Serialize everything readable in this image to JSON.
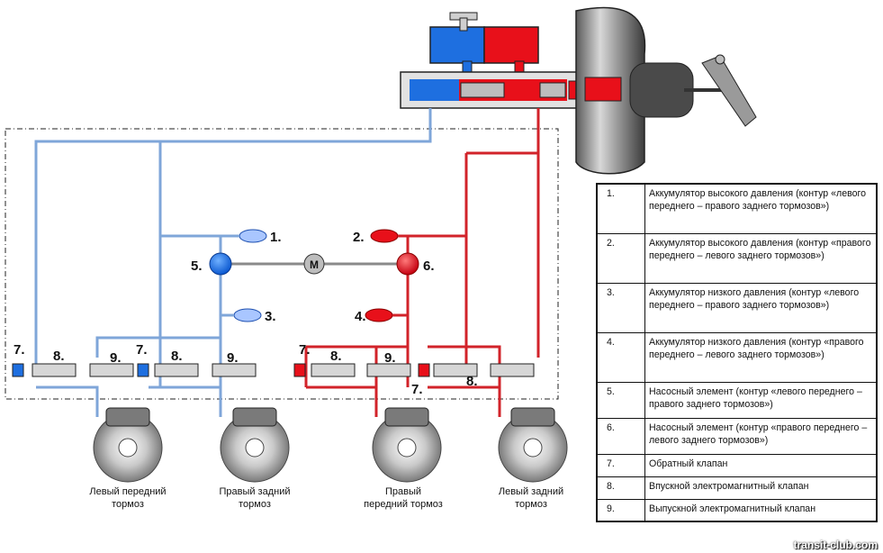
{
  "diagram": {
    "markers": {
      "m1": "1.",
      "m2": "2.",
      "m3": "3.",
      "m4": "4.",
      "m5": "5.",
      "m6": "6.",
      "motor": "M",
      "v7a": "7.",
      "v8a": "8.",
      "v9a": "9.",
      "v7b": "7.",
      "v8b": "8.",
      "v9b": "9.",
      "v7c": "7.",
      "v8c": "8.",
      "v9d": "9.",
      "v8d": "8.",
      "v7d": "7."
    },
    "wheels": {
      "w1": [
        "Левый передний",
        "тормоз"
      ],
      "w2": [
        "Правый задний",
        "тормоз"
      ],
      "w3": [
        "Правый",
        "передний тормоз"
      ],
      "w4": [
        "Левый задний",
        "тормоз"
      ]
    },
    "colors": {
      "blue_line": "#7fa6d9",
      "red_line": "#d2232a",
      "blue_fill": "#1e6fe0",
      "red_fill": "#e8101a"
    }
  },
  "legend": {
    "rows": [
      {
        "num": "1.",
        "text": "Аккумулятор высокого давления (контур «левого переднего – правого заднего тормозов»)"
      },
      {
        "num": "2.",
        "text": "Аккумулятор высокого давления (контур «правого переднего – левого заднего тормозов»)"
      },
      {
        "num": "3.",
        "text": "Аккумулятор низкого давления (контур «левого переднего – правого заднего тормозов»)"
      },
      {
        "num": "4.",
        "text": "Аккумулятор низкого давления (контур «правого переднего – левого заднего тормозов»)"
      },
      {
        "num": "5.",
        "text": "Насосный элемент (контур «левого переднего – правого заднего тормозов»)"
      },
      {
        "num": "6.",
        "text": "Насосный элемент (контур «правого переднего – левого заднего тормозов»)"
      },
      {
        "num": "7.",
        "text": "Обратный клапан"
      },
      {
        "num": "8.",
        "text": "Впускной электромагнитный клапан"
      },
      {
        "num": "9.",
        "text": "Выпускной электромагнитный клапан"
      }
    ]
  },
  "watermark": "transit-club.com"
}
